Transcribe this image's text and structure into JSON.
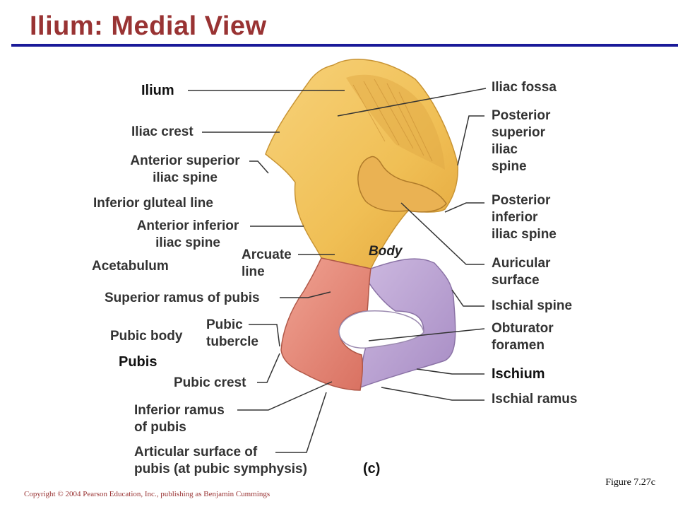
{
  "title": "Ilium: Medial View",
  "colors": {
    "title": "#993333",
    "rule": "#1a1a99",
    "ilium": "#f1c35a",
    "pubis": "#e58a7a",
    "ischium": "#bfa9d4",
    "leader": "#333333"
  },
  "labels": {
    "ilium": "Ilium",
    "iliac_crest": "Iliac crest",
    "asis_1": "Anterior superior",
    "asis_2": "iliac spine",
    "inferior_gluteal_line": "Inferior gluteal line",
    "aiis_1": "Anterior inferior",
    "aiis_2": "iliac spine",
    "arcuate_1": "Arcuate",
    "arcuate_2": "line",
    "acetabulum": "Acetabulum",
    "body": "Body",
    "superior_ramus": "Superior ramus of pubis",
    "pubic_body": "Pubic body",
    "pubic_tubercle_1": "Pubic",
    "pubic_tubercle_2": "tubercle",
    "pubis": "Pubis",
    "pubic_crest": "Pubic crest",
    "inferior_ramus_1": "Inferior ramus",
    "inferior_ramus_2": "of pubis",
    "articular_1": "Articular surface of",
    "articular_2": "pubis (at pubic symphysis)",
    "panel": "(c)",
    "iliac_fossa": "Iliac fossa",
    "psis_1": "Posterior",
    "psis_2": "superior",
    "psis_3": "iliac",
    "psis_4": "spine",
    "piis_1": "Posterior",
    "piis_2": "inferior",
    "piis_3": "iliac spine",
    "auricular_1": "Auricular",
    "auricular_2": "surface",
    "ischial_spine": "Ischial spine",
    "obturator_1": "Obturator",
    "obturator_2": "foramen",
    "ischium": "Ischium",
    "ischial_ramus": "Ischial ramus"
  },
  "figure_ref": "Figure 7.27c",
  "copyright": "Copyright © 2004 Pearson Education, Inc., publishing as Benjamin Cummings"
}
